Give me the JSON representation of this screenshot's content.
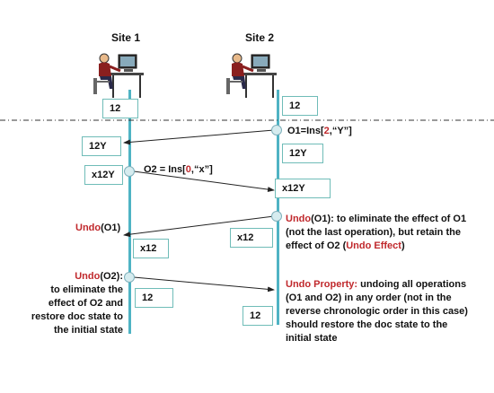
{
  "sites": {
    "site1": "Site 1",
    "site2": "Site 2"
  },
  "states": {
    "s1_initial": "12",
    "s2_initial": "12",
    "s1_after_o1": "12Y",
    "s2_after_o1": "12Y",
    "s1_after_o2": "x12Y",
    "s2_after_o2": "x12Y",
    "s1_after_undo_o1": "x12",
    "s2_after_undo_o1": "x12",
    "s1_after_undo_o2": "12",
    "s2_after_undo_o2": "12"
  },
  "operations": {
    "o1_prefix": "O1=Ins[",
    "o1_pos": "2",
    "o1_suffix": ",“Y”]",
    "o2_prefix": "O2 = Ins[",
    "o2_pos": "0",
    "o2_suffix": ",“x”]"
  },
  "undo1": {
    "site1_undo": "Undo",
    "site1_rest": "(O1)",
    "site2_undo": "Undo",
    "site2_line1": "(O1): to eliminate the effect of O1",
    "site2_line2": "(not the last operation), but retain the",
    "site2_line3_a": "effect of O2 (",
    "site2_line3_red": "Undo Effect",
    "site2_line3_b": ")"
  },
  "undo2": {
    "undo": "Undo",
    "rest": "(O2):",
    "line2": "to eliminate the",
    "line3": "effect of O2 and",
    "line4": "restore doc state to",
    "line5": "the initial state"
  },
  "property": {
    "label": "Undo Property:",
    "line1_rest": " undoing all operations",
    "line2": "(O1 and O2) in any order (not in the",
    "line3": "reverse chronologic order in this case)",
    "line4": "should restore the doc state to the",
    "line5": "initial state"
  },
  "colors": {
    "timeline": "#4fb3c4",
    "box_border": "#6fbcb8",
    "highlight": "#c0282c"
  }
}
